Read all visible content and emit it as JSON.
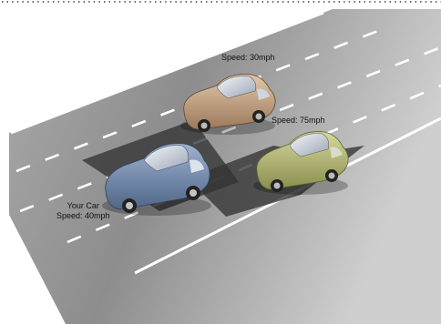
{
  "labels": {
    "car_tan_speed": "Speed: 30mph",
    "car_green_speed": "Speed: 75mph",
    "your_car_title": "Your Car",
    "your_car_speed": "Speed: 40mph"
  },
  "colors": {
    "road": "#8c8c8c",
    "road_edge": "#ffffff",
    "lane_mark": "#ffffff",
    "shadow_zone": "#3a3a3a",
    "your_car": "#6f87ab",
    "car_tan": "#c9a98a",
    "car_green": "#b9bd7a"
  }
}
